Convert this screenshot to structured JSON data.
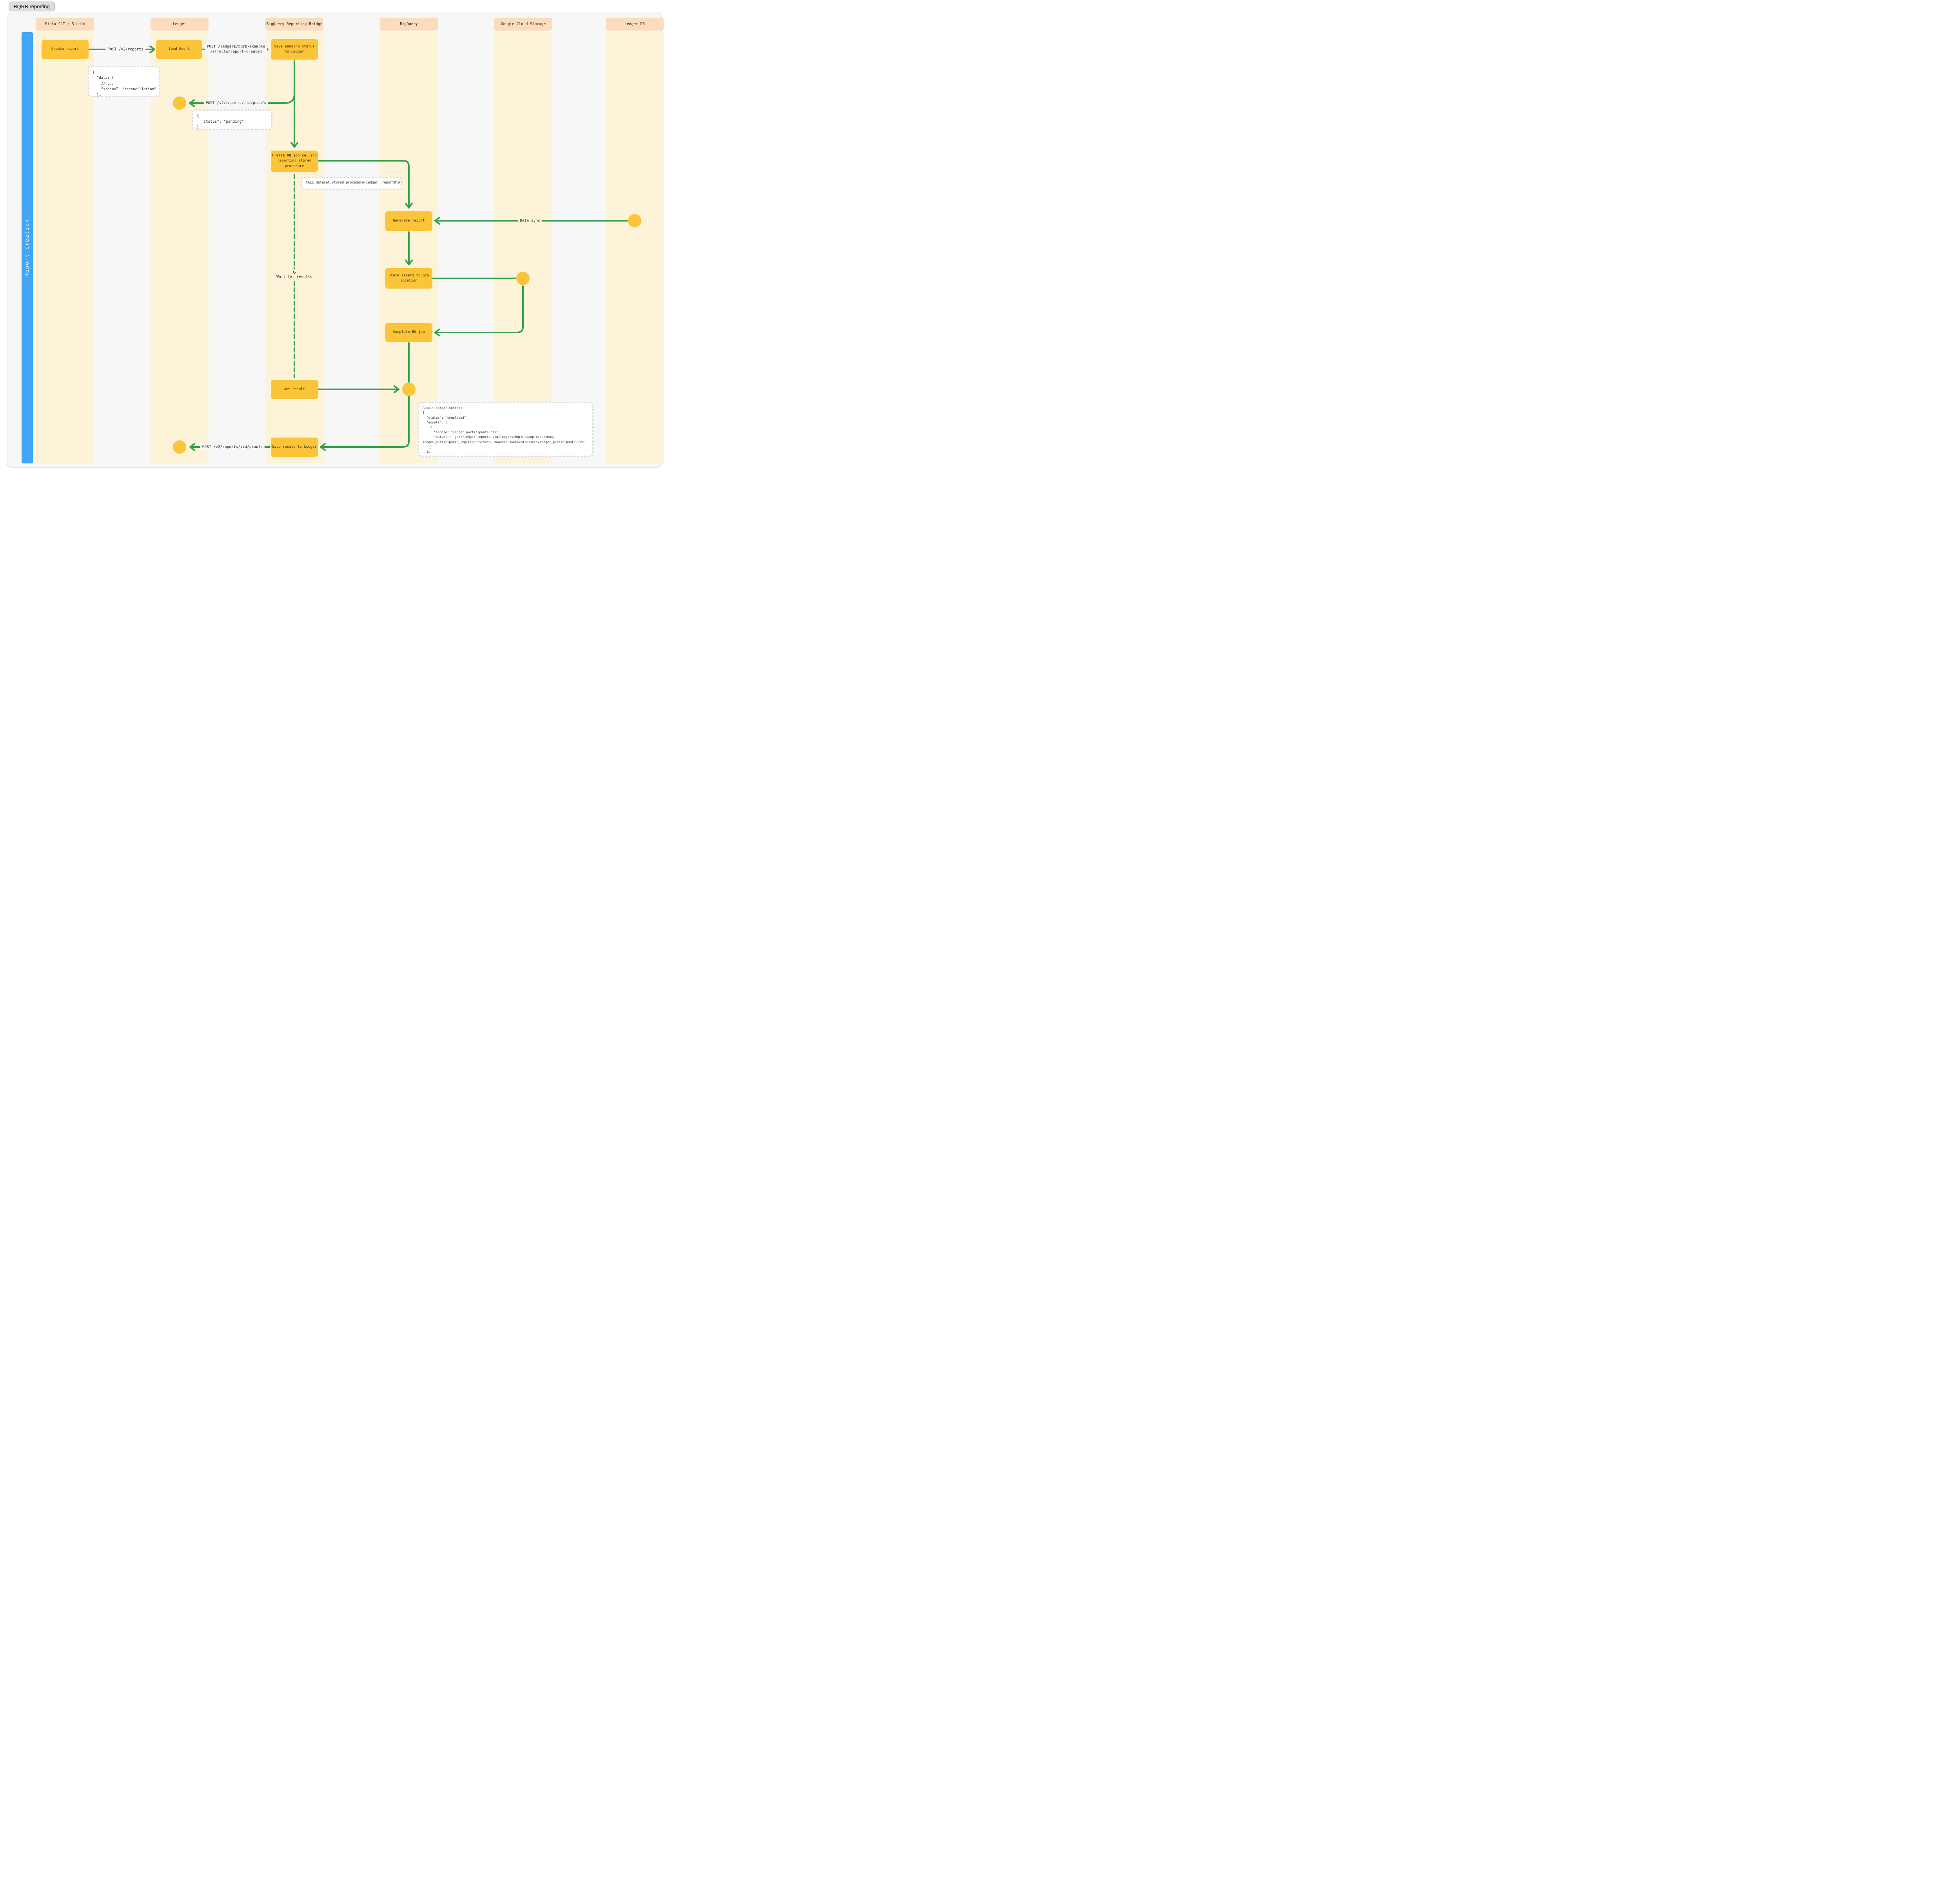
{
  "title": "BQRB reporting",
  "section_label": "Report creation",
  "actors": [
    {
      "id": "minka",
      "label": "Minka CLI / Studio"
    },
    {
      "id": "ledger",
      "label": "Ledger"
    },
    {
      "id": "bqrb",
      "label": "BigQuery Reporting Bridge"
    },
    {
      "id": "bigquery",
      "label": "BigQuery"
    },
    {
      "id": "gcs",
      "label": "Google Cloud Storage"
    },
    {
      "id": "ledgerdb",
      "label": "Ledger DB"
    }
  ],
  "steps": {
    "create_report": "Create report",
    "send_event": "Send Event",
    "save_pending": "Save pending status to Ledger",
    "create_bq_job": "Create BQ job calling reporting stored procedure",
    "generate_report": "Generate report",
    "store_assets": "Store assets to GCS location",
    "complete_bq_job": "Complete BQ job",
    "get_result": "Get result",
    "save_result": "Save result to Ledger"
  },
  "messages": {
    "post_reports": "POST /v2/reports",
    "post_effects": "POST /ledgers/bqrb-example\n/effects/report-created",
    "post_proofs_pending": "POST /v2/reports/:id/proofs",
    "data_sync": "Data sync",
    "wait_icon": "↻",
    "wait_for_results": "Wait for results",
    "post_proofs_result": "POST /v2/reports/:id/proofs"
  },
  "notes": {
    "report_payload": "{\n  “data: {\n    // ...\n    “schema”: “reconciliation”\n  }…",
    "pending_payload": "{\n  \"status\": \"pending\"\n}",
    "call_procedure": "CALL dataset.stored_procedure(ledger, reportDto)",
    "result_payload": "Result (proof custom):\n{\n  \"status\": \"completed\",\n  \"assets\": [\n    {\n      \"handle\":\"ledger_participants.csv\",\n      \"output\":\" gs://ledger-reports-stg/ledgers/bqrb-example/schemas/\nledger_participants_rep/reports/$rep.-0waxrI60kN6FGkdI/assets/ledger_participants.csv\"\n    }\n  ]…"
  },
  "colors": {
    "accent_green": "#34A04A",
    "step_yellow": "#FCC438",
    "actor_peach": "#FBDDBD",
    "lane_band": "#FCF3D9",
    "section_blue": "#42A5F5",
    "panel_bg": "#F7F7F8",
    "note_border": "#DBDBDB"
  }
}
